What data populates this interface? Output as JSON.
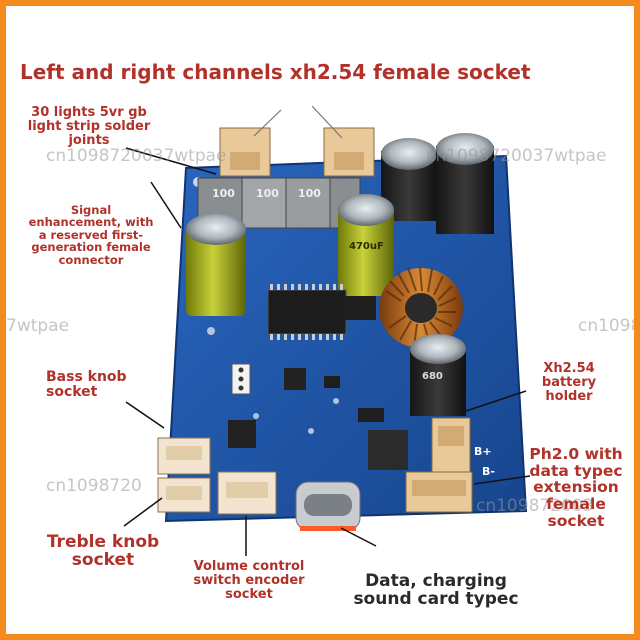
{
  "title": "Left and right channels xh2.54 female socket",
  "labels": {
    "light_strip": "30 lights 5vr gb light strip solder joints",
    "signal": "Signal enhancement, with a reserved first-generation female connector",
    "bass": "Bass knob socket",
    "treble": "Treble knob socket",
    "volume": "Volume control switch encoder socket",
    "data_charging": "Data, charging sound card typec",
    "battery": "Xh2.54 battery holder",
    "ph20": "Ph2.0 with data typec extension female socket"
  },
  "board_markings": {
    "inductor": "100",
    "cap": "470uF",
    "cap2": "680",
    "b_plus": "B+",
    "b_minus": "B-"
  },
  "watermarks": [
    "cn1098720037wtpae",
    "cn1098720037wtpae",
    "7wtpae",
    "cn1098",
    "cn1098720",
    "cn109872003"
  ],
  "colors": {
    "frame": "#f28a1c",
    "label_red": "#b0322a",
    "pcb": "#1f56a8"
  }
}
